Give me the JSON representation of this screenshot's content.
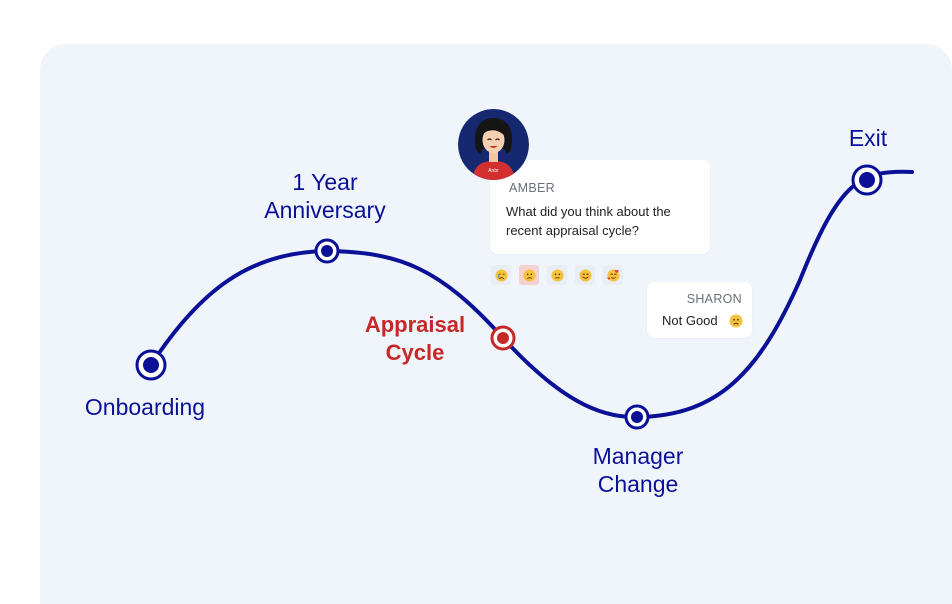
{
  "stages": [
    {
      "id": "onboarding",
      "label": "Onboarding",
      "current": false
    },
    {
      "id": "anniversary",
      "label": "1 Year\nAnniversary",
      "current": false
    },
    {
      "id": "appraisal",
      "label": "Appraisal\nCycle",
      "current": true
    },
    {
      "id": "manager",
      "label": "Manager\nChange",
      "current": false
    },
    {
      "id": "exit",
      "label": "Exit",
      "current": false
    }
  ],
  "chat": {
    "question": {
      "sender": "AMBER",
      "text": "What did you think about the recent appraisal cycle?"
    },
    "reply": {
      "sender": "SHARON",
      "text": "Not Good"
    },
    "reactions": [
      "sad-crying",
      "slightly-frowning",
      "neutral",
      "smiling",
      "love"
    ],
    "selected_reaction": "slightly-frowning"
  },
  "colors": {
    "path": "#0a1196",
    "current": "#c62828",
    "panel": "#f0f5fc"
  }
}
